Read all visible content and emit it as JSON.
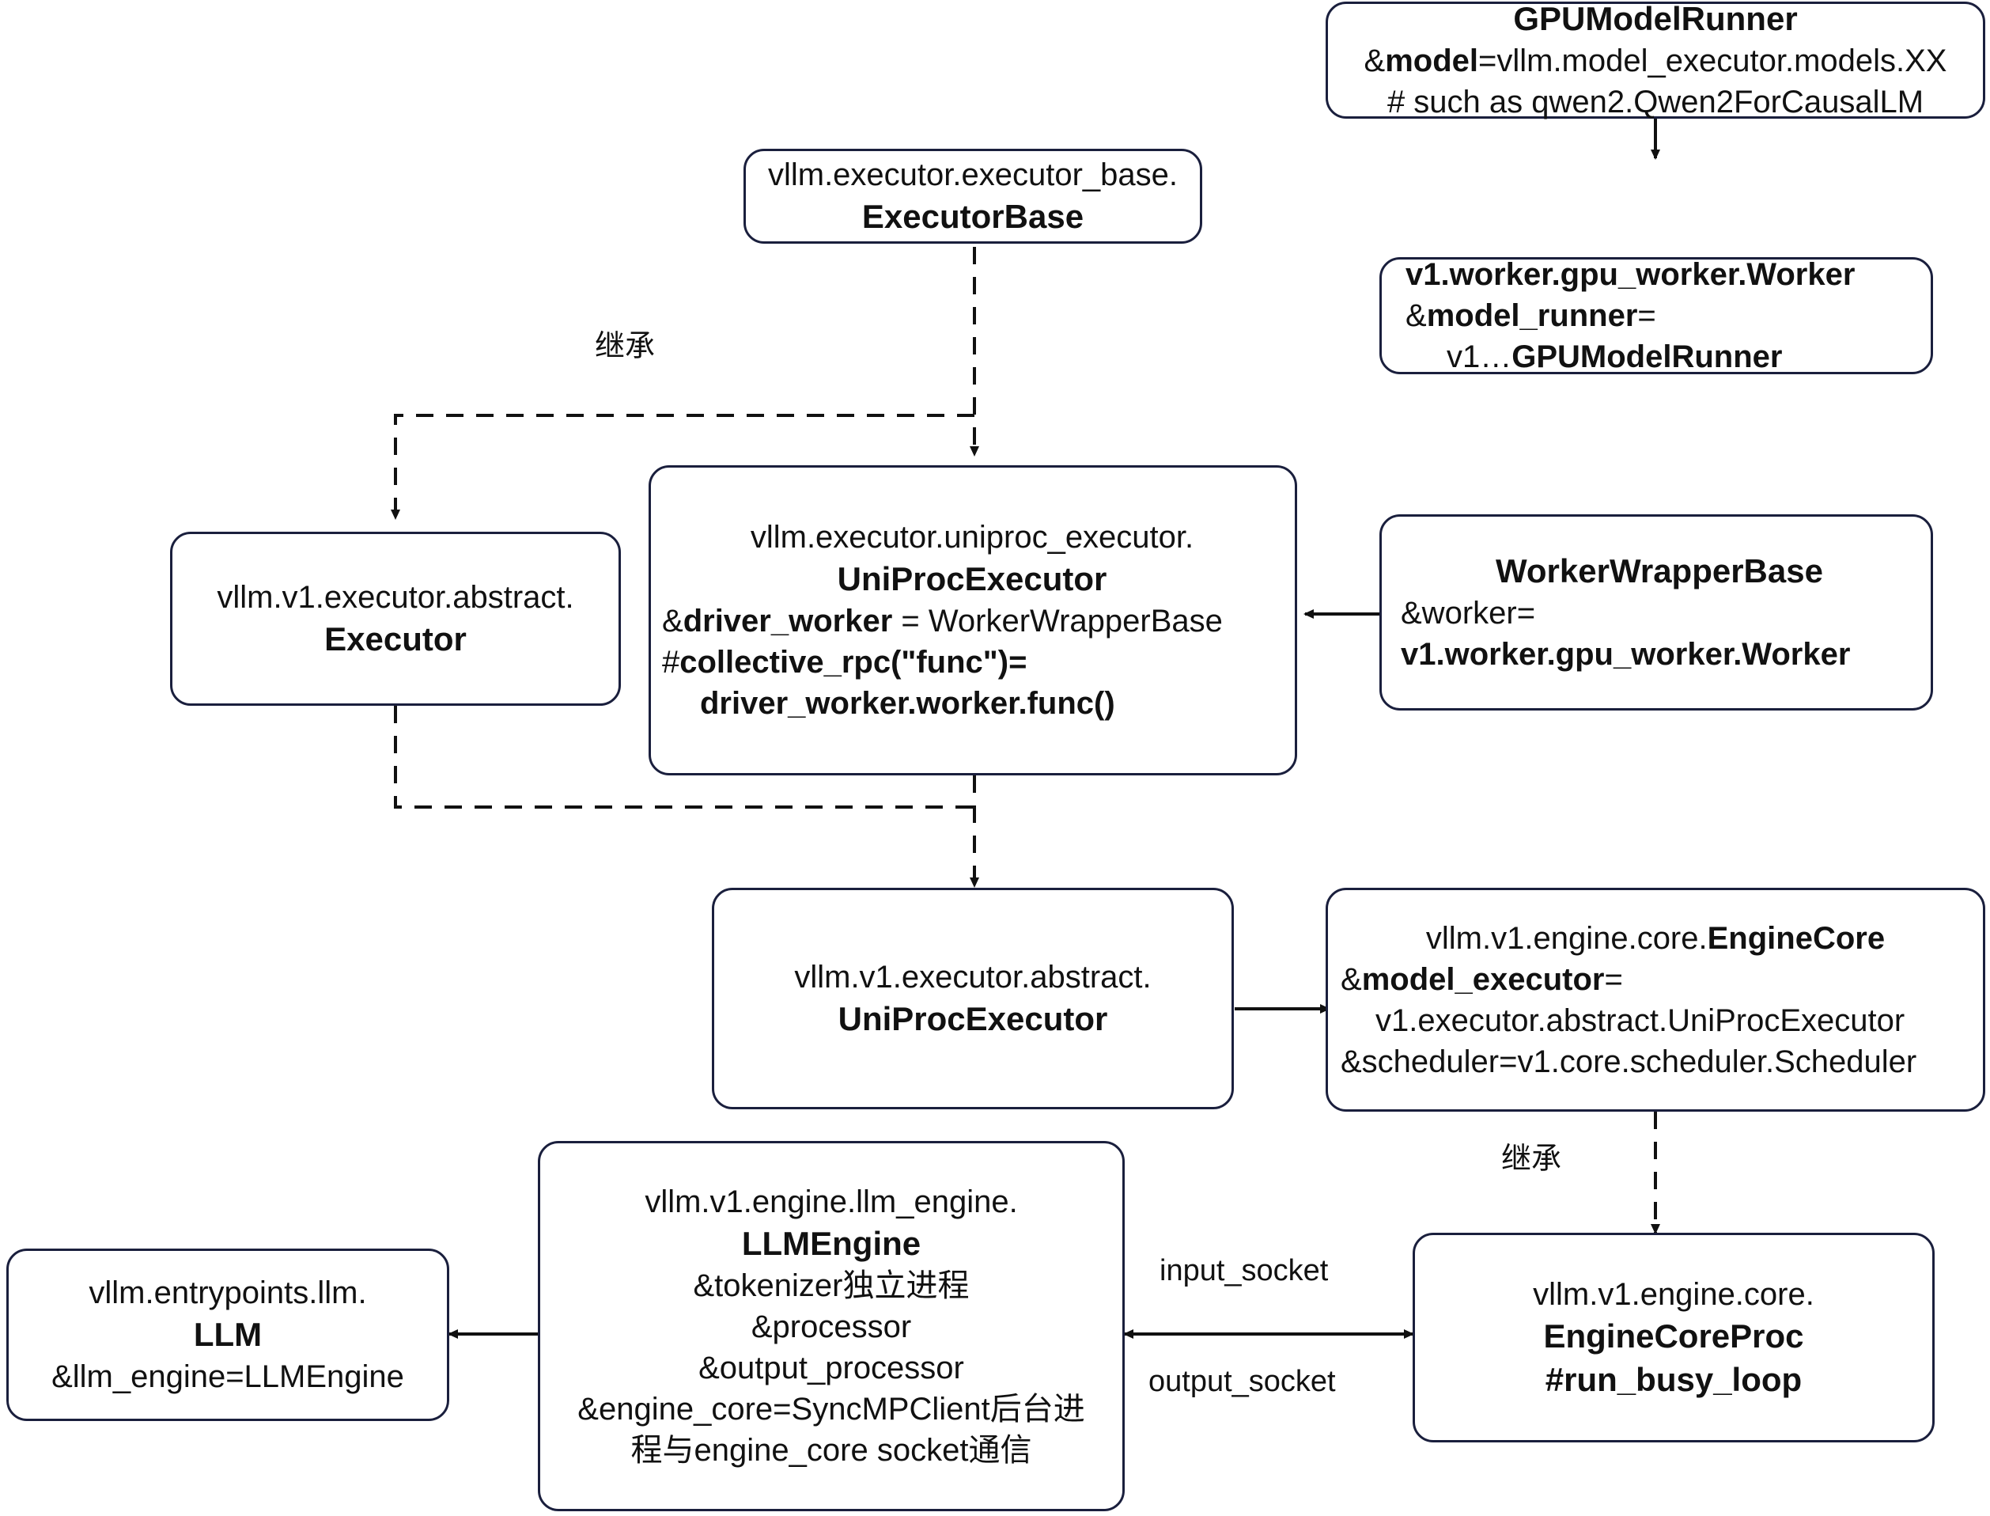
{
  "diagram": {
    "title": "vLLM v1 executor / engine class relationship diagram",
    "line_color": "#1a1f3d",
    "arrow_color": "#111111",
    "background": "#ffffff"
  },
  "nodes": {
    "gpu_model_runner": {
      "l1": "GPUModelRunner",
      "l2a": "&",
      "l2b": "model",
      "l2c": "=vllm.model_executor.models.XX",
      "l3": "# such as qwen2.Qwen2ForCausalLM"
    },
    "gpu_worker": {
      "l1": "v1.worker.gpu_worker.Worker",
      "l2a": "&",
      "l2b": "model_runner",
      "l2c": "=",
      "l3a": "v1…",
      "l3b": "GPUModelRunner"
    },
    "worker_wrapper_base": {
      "l1": "WorkerWrapperBase",
      "l2": "&worker=",
      "l3": "v1.worker.gpu_worker.Worker"
    },
    "executor_base": {
      "l1": "vllm.executor.executor_base.",
      "l2": "ExecutorBase"
    },
    "v1_executor_abstract": {
      "l1": "vllm.v1.executor.abstract.",
      "l2": "Executor"
    },
    "uniproc_executor": {
      "l1": "vllm.executor.uniproc_executor.",
      "l2": "UniProcExecutor",
      "l3a": "&",
      "l3b": "driver_worker",
      "l3c": " = WorkerWrapperBase",
      "l4a": "#",
      "l4b": "collective_rpc(\"func\")=",
      "l5": "driver_worker.worker.func()"
    },
    "v1_uniproc_executor": {
      "l1": "vllm.v1.executor.abstract.",
      "l2": "UniProcExecutor"
    },
    "engine_core": {
      "l1a": "vllm.v1.engine.core.",
      "l1b": "EngineCore",
      "l2a": "&",
      "l2b": "model_executor",
      "l2c": "=",
      "l3": "v1.executor.abstract.UniProcExecutor",
      "l4": "&scheduler=v1.core.scheduler.Scheduler"
    },
    "engine_core_proc": {
      "l1": "vllm.v1.engine.core.",
      "l2": "EngineCoreProc",
      "l3": "#run_busy_loop"
    },
    "llm_engine": {
      "l1": "vllm.v1.engine.llm_engine.",
      "l2": "LLMEngine",
      "l3": "&tokenizer独立进程",
      "l4": "&processor",
      "l5": "&output_processor",
      "l6": "&engine_core=SyncMPClient后台进",
      "l7": "程与engine_core socket通信"
    },
    "llm": {
      "l1": "vllm.entrypoints.llm.",
      "l2": "LLM",
      "l3": "&llm_engine=LLMEngine"
    }
  },
  "edge_labels": {
    "inherit_left": "继承",
    "inherit_right": "继承",
    "input_socket": "input_socket",
    "output_socket": "output_socket"
  }
}
